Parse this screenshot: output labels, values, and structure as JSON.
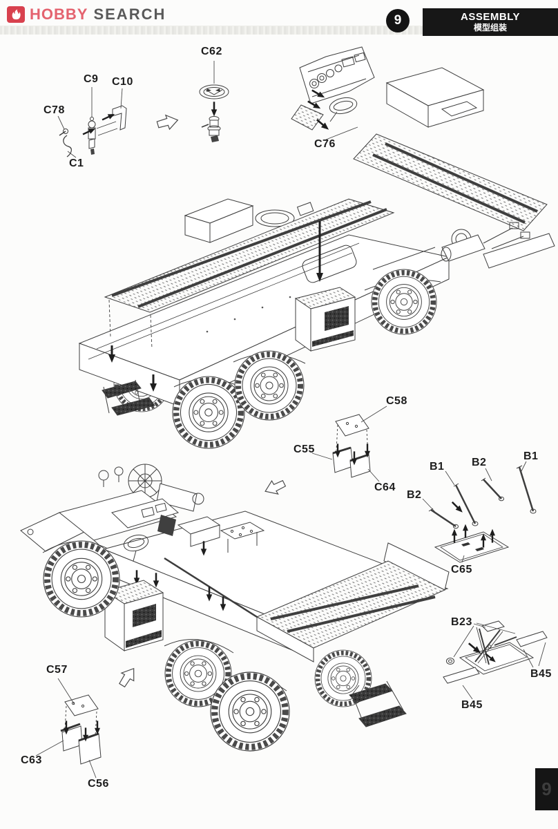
{
  "header": {
    "brand": {
      "icon": "flame-icon",
      "name_primary": "HOBBY",
      "name_secondary": "SEARCH"
    },
    "step_badge": "9",
    "section_title_en": "ASSEMBLY",
    "section_title_zh": "模型组装"
  },
  "footer": {
    "page_number": "9"
  },
  "colors": {
    "brand_red": "#d8414e",
    "brand_pink": "#e4636f",
    "brand_gray": "#5a5a5a",
    "bar_black": "#171717",
    "line_ink": "#3d3d3d"
  },
  "callouts": [
    {
      "id": "c62",
      "part": "C62"
    },
    {
      "id": "c9",
      "part": "C9"
    },
    {
      "id": "c10",
      "part": "C10"
    },
    {
      "id": "c78",
      "part": "C78"
    },
    {
      "id": "c1",
      "part": "C1"
    },
    {
      "id": "c76",
      "part": "C76"
    },
    {
      "id": "c58",
      "part": "C58"
    },
    {
      "id": "c55",
      "part": "C55"
    },
    {
      "id": "c64",
      "part": "C64"
    },
    {
      "id": "b2-left",
      "part": "B2"
    },
    {
      "id": "b1-left",
      "part": "B1"
    },
    {
      "id": "b2-mid",
      "part": "B2"
    },
    {
      "id": "b1-right",
      "part": "B1"
    },
    {
      "id": "c65",
      "part": "C65"
    },
    {
      "id": "b23",
      "part": "B23"
    },
    {
      "id": "b45-right",
      "part": "B45"
    },
    {
      "id": "b45-bottom",
      "part": "B45"
    },
    {
      "id": "c57",
      "part": "C57"
    },
    {
      "id": "c63",
      "part": "C63"
    },
    {
      "id": "c56",
      "part": "C56"
    }
  ]
}
